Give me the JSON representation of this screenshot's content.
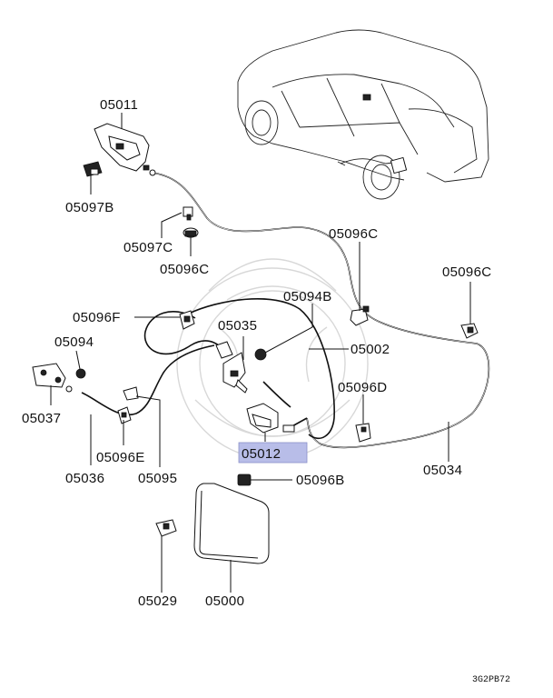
{
  "diagram": {
    "labels": {
      "p05011": "05011",
      "p05097B": "05097B",
      "p05097C": "05097C",
      "p05096C_left": "05096C",
      "p05096C_mid": "05096C",
      "p05096C_right": "05096C",
      "p05094B": "05094B",
      "p05096F": "05096F",
      "p05035": "05035",
      "p05002": "05002",
      "p05094": "05094",
      "p05096D": "05096D",
      "p05037": "05037",
      "p05012": "05012",
      "p05096E": "05096E",
      "p05034": "05034",
      "p05036": "05036",
      "p05095": "05095",
      "p05096B": "05096B",
      "p05029": "05029",
      "p05000": "05000"
    },
    "highlight_color": "#b8bde8",
    "drawing_code": "3G2PB72"
  }
}
